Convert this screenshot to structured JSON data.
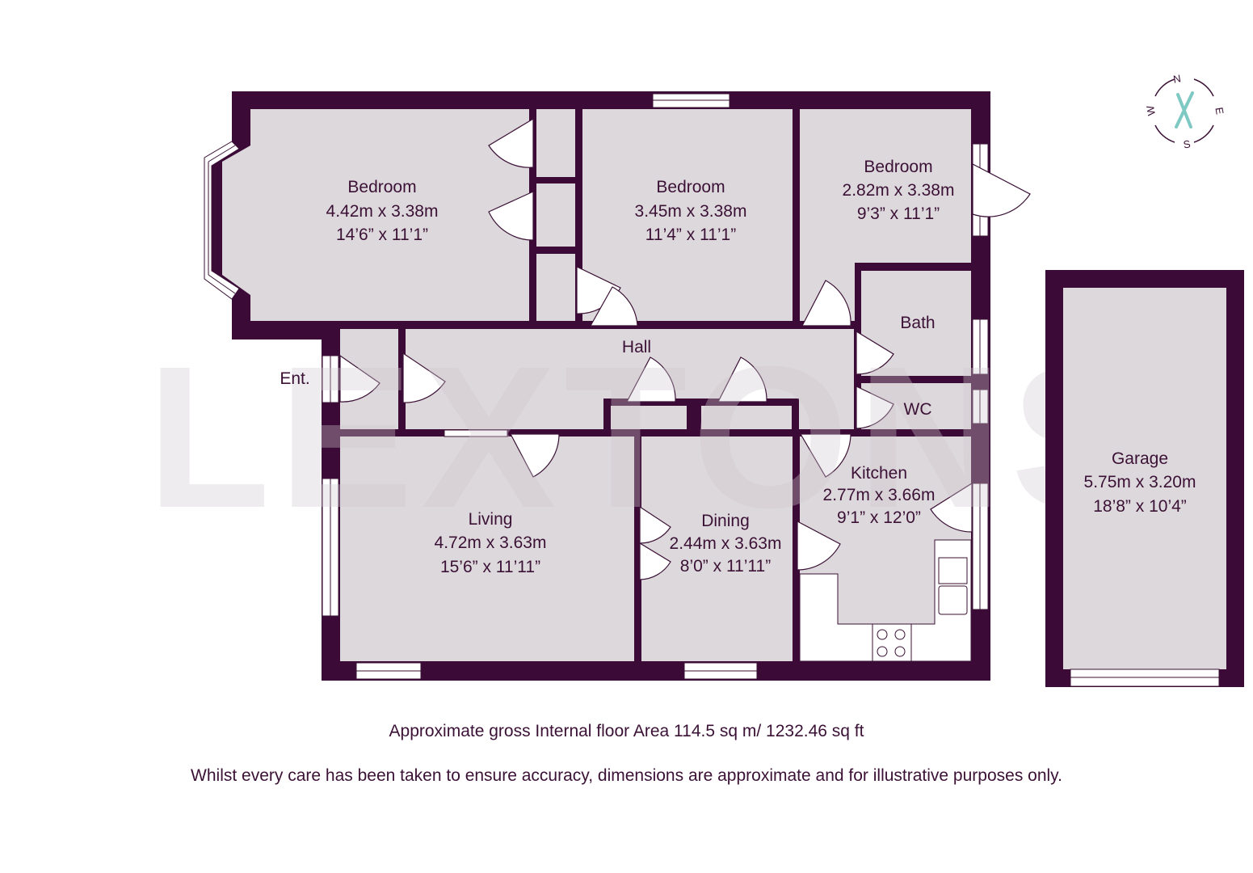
{
  "watermark": "LEXTONS",
  "compass": {
    "n": "N",
    "e": "E",
    "s": "S",
    "w": "W",
    "logo_color": "#7fc9c4"
  },
  "colors": {
    "wall": "#3b0a36",
    "floor": "#ddd8dc",
    "kitchen_unit": "#ffffff",
    "text": "#3b1136",
    "watermark": "#cfc9cf"
  },
  "rooms": {
    "bedroom1": {
      "name": "Bedroom",
      "metric": "4.42m x 3.38m",
      "imperial": "14’6” x 11’1”"
    },
    "bedroom2": {
      "name": "Bedroom",
      "metric": "3.45m x 3.38m",
      "imperial": "11’4” x 11’1”"
    },
    "bedroom3": {
      "name": "Bedroom",
      "metric": "2.82m x 3.38m",
      "imperial": "9’3” x 11’1”"
    },
    "bath": {
      "name": "Bath"
    },
    "wc": {
      "name": "WC"
    },
    "hall": {
      "name": "Hall"
    },
    "entrance": {
      "name": "Ent."
    },
    "living": {
      "name": "Living",
      "metric": "4.72m x 3.63m",
      "imperial": "15’6” x 11’11”"
    },
    "dining": {
      "name": "Dining",
      "metric": "2.44m x 3.63m",
      "imperial": "8’0” x 11’11”"
    },
    "kitchen": {
      "name": "Kitchen",
      "metric": "2.77m x 3.66m",
      "imperial": "9’1” x 12’0”"
    },
    "garage": {
      "name": "Garage",
      "metric": "5.75m x 3.20m",
      "imperial": "18’8” x 10’4”"
    }
  },
  "footer": {
    "area": "Approximate gross Internal floor Area 114.5 sq m/ 1232.46 sq ft",
    "disclaimer": "Whilst every care has been taken to ensure accuracy, dimensions are approximate and for illustrative purposes only."
  }
}
